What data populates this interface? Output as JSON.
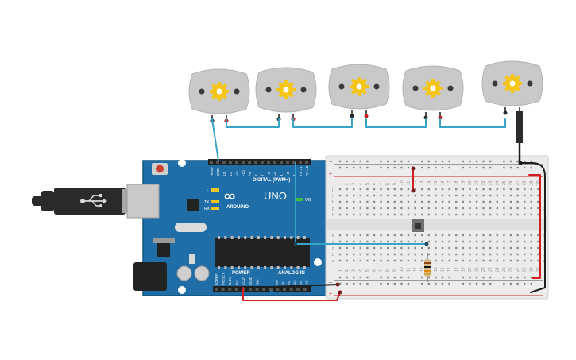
{
  "board": {
    "logo_symbol": "∞",
    "brand": "ARDUINO",
    "model": "UNO",
    "digital_label": "DIGITAL (PWM~)",
    "power_label": "POWER",
    "analog_label": "ANALOG IN",
    "on_label": "ON",
    "led_l": "L",
    "led_tx": "TX",
    "led_rx": "RX",
    "top_pins": [
      "AREF",
      "GND",
      "13",
      "12",
      "~11",
      "~10",
      "~9",
      "8",
      "7",
      "~6",
      "~5",
      "4",
      "~3",
      "2",
      "TX→1",
      "RX←0"
    ],
    "power_pins": [
      "IOREF",
      "RESET",
      "3.3V",
      "5V",
      "GND",
      "GND",
      "Vin"
    ],
    "analog_pins": [
      "A0",
      "A1",
      "A2",
      "A3",
      "A4",
      "A5"
    ]
  },
  "breadboard": {
    "column_numbers": [
      "1",
      "2",
      "3",
      "4",
      "5",
      "6",
      "7",
      "8",
      "9",
      "10",
      "11",
      "12",
      "13",
      "14",
      "15",
      "16",
      "17",
      "18",
      "19",
      "20",
      "21",
      "22",
      "23",
      "24",
      "25",
      "26",
      "27",
      "28",
      "29",
      "30"
    ],
    "row_letters_top": [
      "j",
      "i",
      "h",
      "g",
      "f"
    ],
    "row_letters_bottom": [
      "e",
      "d",
      "c",
      "b",
      "a"
    ],
    "rail_minus": "−",
    "rail_plus": "+"
  },
  "components": {
    "motor_count": 5,
    "motor_icon": "gear-icon",
    "usb_icon": "usb-icon"
  },
  "colors": {
    "board": "#1f6ea8",
    "board_dark": "#15557f",
    "motor_body": "#c9c9c9",
    "gear": "#f5c518",
    "wire_teal": "#37a6c6",
    "wire_red": "#d21f1f",
    "wire_black": "#1e1e1e",
    "breadboard": "#ececec"
  }
}
